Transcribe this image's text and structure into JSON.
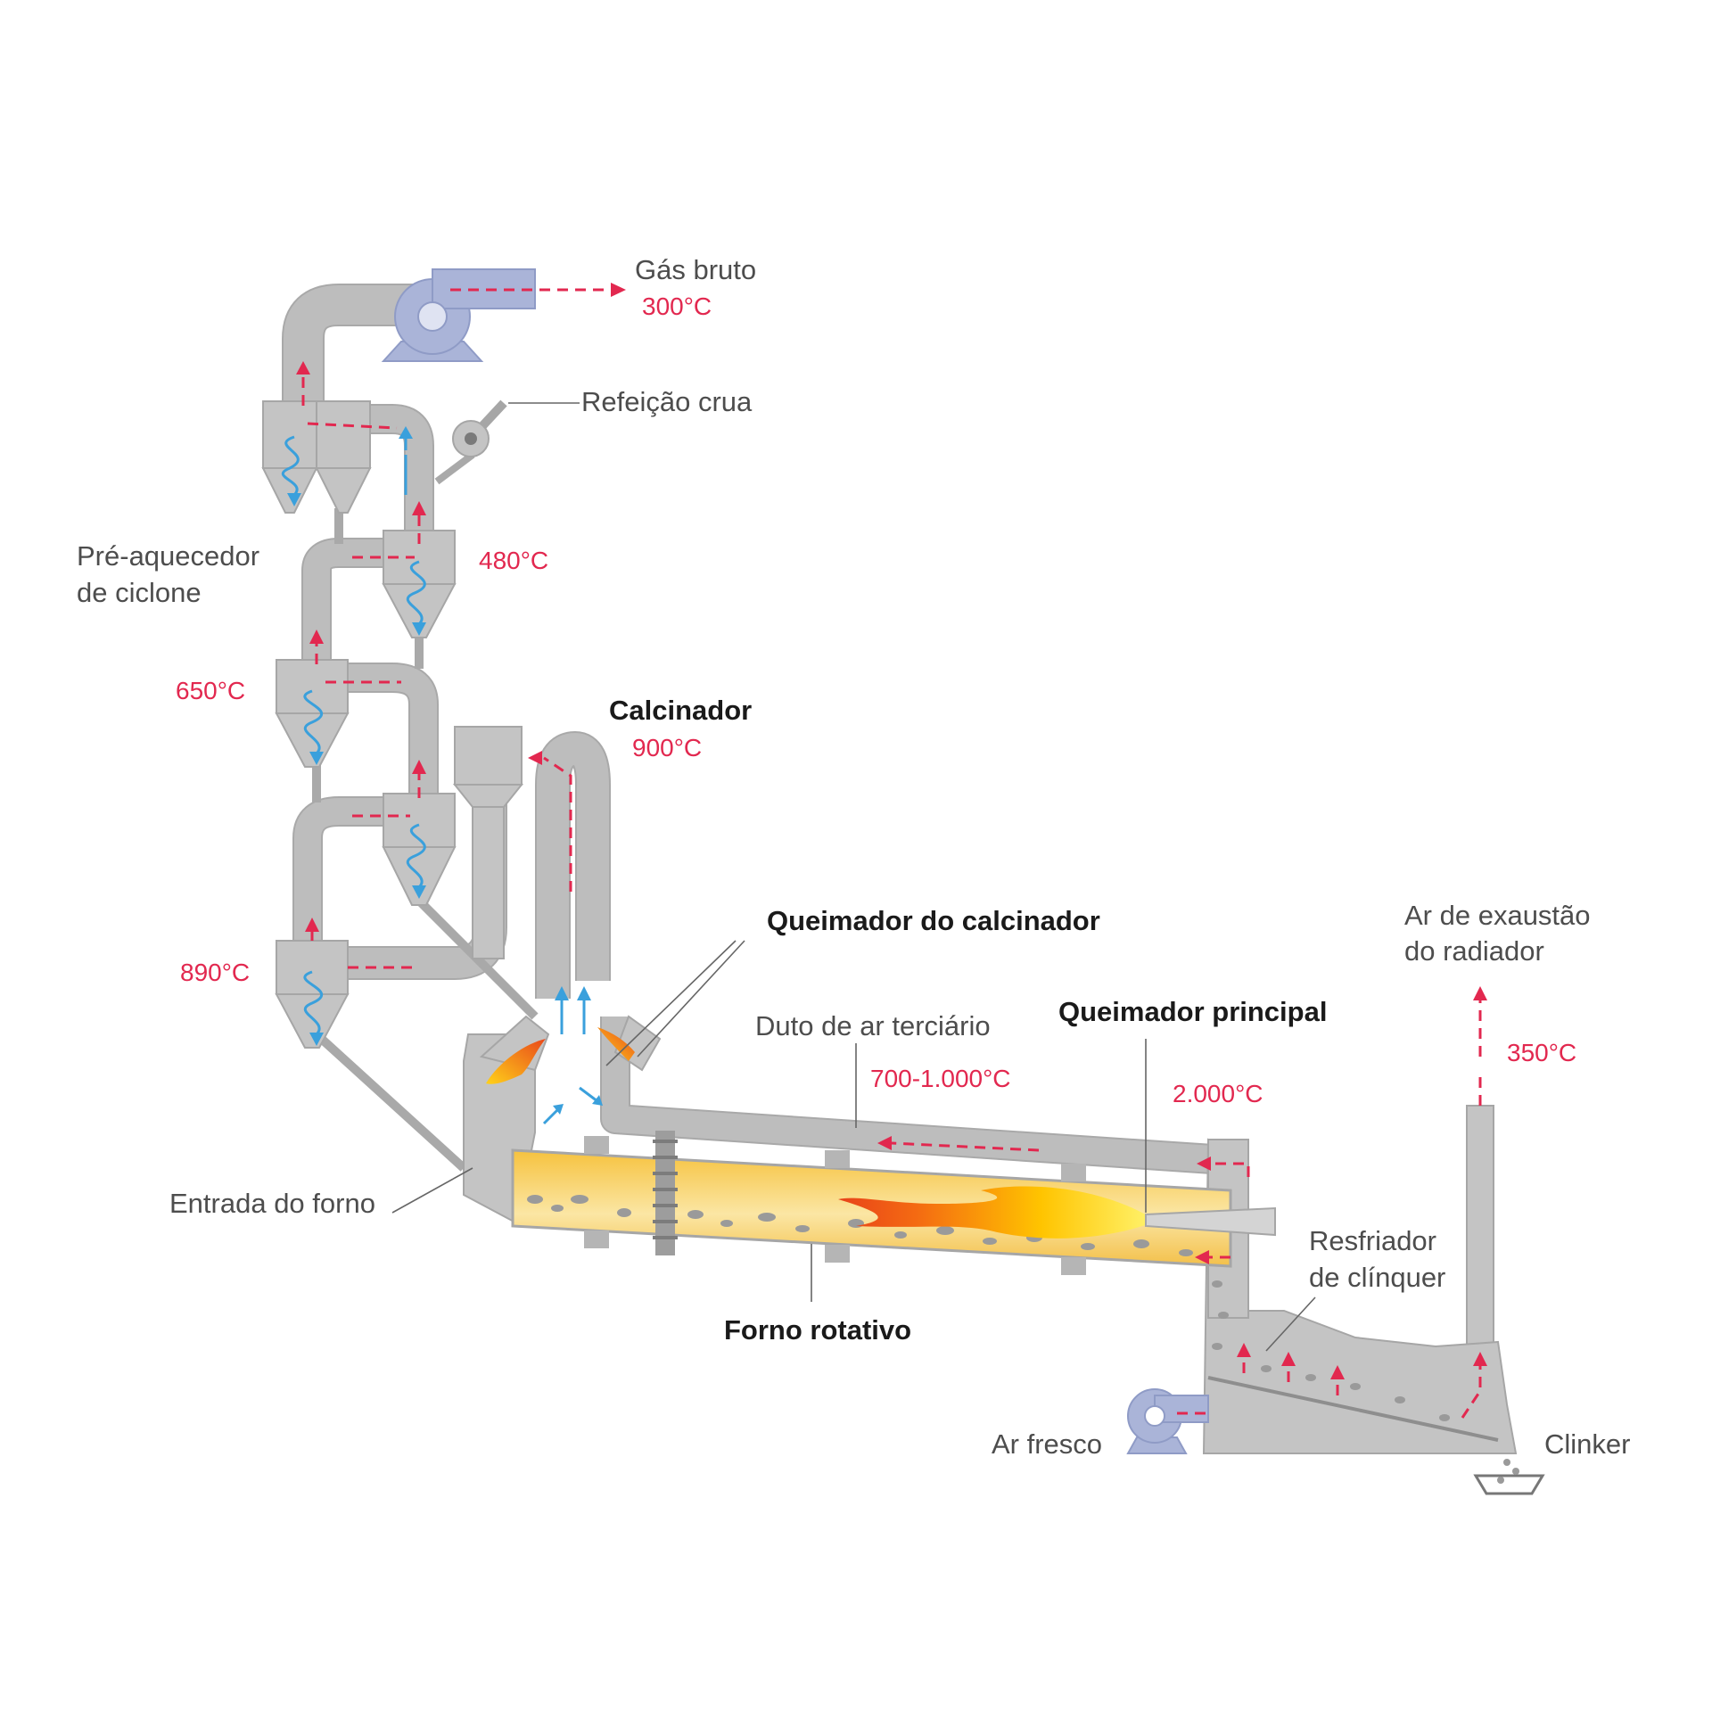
{
  "labels": {
    "raw_gas": "Gás bruto",
    "raw_meal": "Refeição crua",
    "preheater_line1": "Pré-aquecedor",
    "preheater_line2": "de ciclone",
    "calciner": "Calcinador",
    "calciner_burner": "Queimador do calcinador",
    "tertiary_air_duct": "Duto de ar terciário",
    "main_burner": "Queimador principal",
    "exhaust_line1": "Ar de exaustão",
    "exhaust_line2": "do radiador",
    "kiln_inlet": "Entrada do forno",
    "rotary_kiln": "Forno rotativo",
    "clinker_cooler_line1": "Resfriador",
    "clinker_cooler_line2": "de clínquer",
    "fresh_air": "Ar fresco",
    "clinker": "Clinker"
  },
  "temperatures": {
    "raw_gas": "300°C",
    "stage_480": "480°C",
    "stage_650": "650°C",
    "calciner": "900°C",
    "stage_890": "890°C",
    "tertiary_air": "700-1.000°C",
    "main_burner": "2.000°C",
    "exhaust": "350°C"
  },
  "colors": {
    "gas_flow": "#e2284f",
    "material_flow": "#3aa0dc",
    "equipment": "#c4c4c4",
    "fan": "#aab4d8",
    "kiln": "#f5c542"
  },
  "icons": {
    "fan": "fan-icon",
    "flame": "flame-icon",
    "valve": "rotary-valve-icon"
  }
}
